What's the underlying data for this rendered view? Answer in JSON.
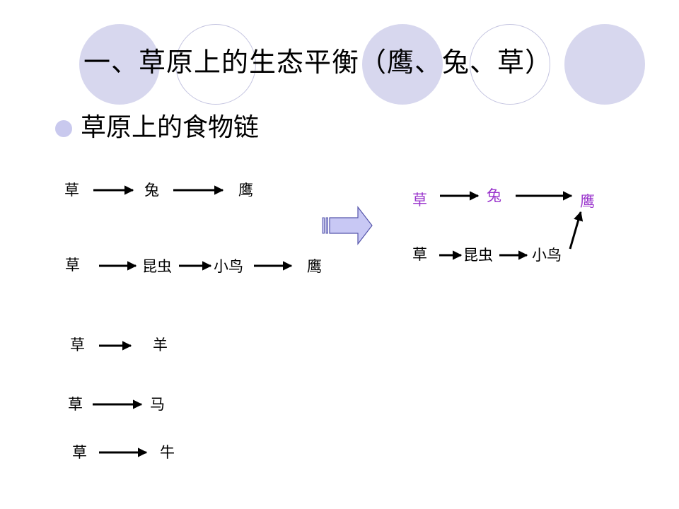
{
  "title": "一、草原上的生态平衡（鹰、兔、草）",
  "bullet": "草原上的食物链",
  "colors": {
    "deco_fill": "#d7d7ee",
    "deco_ring": "#c4c4e0",
    "bullet": "#c9c9ee",
    "highlight_text": "#9933cc",
    "block_arrow_fill": "#c8c8f4",
    "block_arrow_stroke": "#5555aa"
  },
  "chains": [
    {
      "nodes": [
        "草",
        "兔",
        "鹰"
      ]
    },
    {
      "nodes": [
        "草",
        "昆虫",
        "小鸟",
        "鹰"
      ]
    },
    {
      "nodes": [
        "草",
        "羊"
      ]
    },
    {
      "nodes": [
        "草",
        "马"
      ]
    },
    {
      "nodes": [
        "草",
        "牛"
      ]
    }
  ],
  "combined": {
    "top_nodes": [
      "草",
      "兔",
      "鹰"
    ],
    "bottom_nodes": [
      "草",
      "昆虫",
      "小鸟"
    ]
  }
}
